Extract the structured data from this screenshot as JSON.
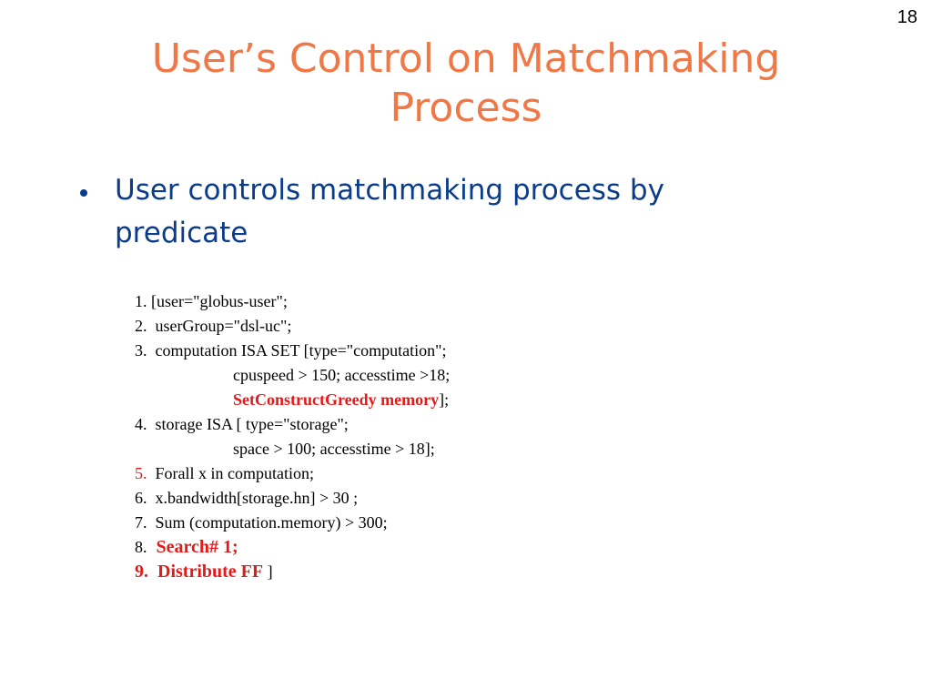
{
  "slide": {
    "number": "18",
    "title_line1": "User’s Control on Matchmaking",
    "title_line2": "Process",
    "bullet_line1": "User controls matchmaking process by",
    "bullet_line2": "predicate"
  },
  "code": {
    "l1": "1. [user=\"globus-user\";",
    "l2": "2.  userGroup=\"dsl-uc\";",
    "l3": "3.  computation ISA SET [type=\"computation\";",
    "l3b": "cpuspeed > 150; accesstime >18;",
    "l3c_red": "SetConstructGreedy memory",
    "l3c_tail": "];",
    "l4": "4.  storage ISA [ type=\"storage\";",
    "l4b": "space > 100; accesstime > 18];",
    "l5_num": "5.",
    "l5_text": "  Forall x in computation;",
    "l6": "6.  x.bandwidth[storage.hn] > 30 ;",
    "l7": "7.  Sum (computation.memory) > 300;",
    "l8_num": "8.",
    "l8_text": "  Search# 1;",
    "l9_text": "9.  Distribute FF",
    "l9_tail": " ]"
  },
  "colors": {
    "title": "#f07846",
    "bullet": "#0a3c8c",
    "highlight": "#e61919"
  }
}
